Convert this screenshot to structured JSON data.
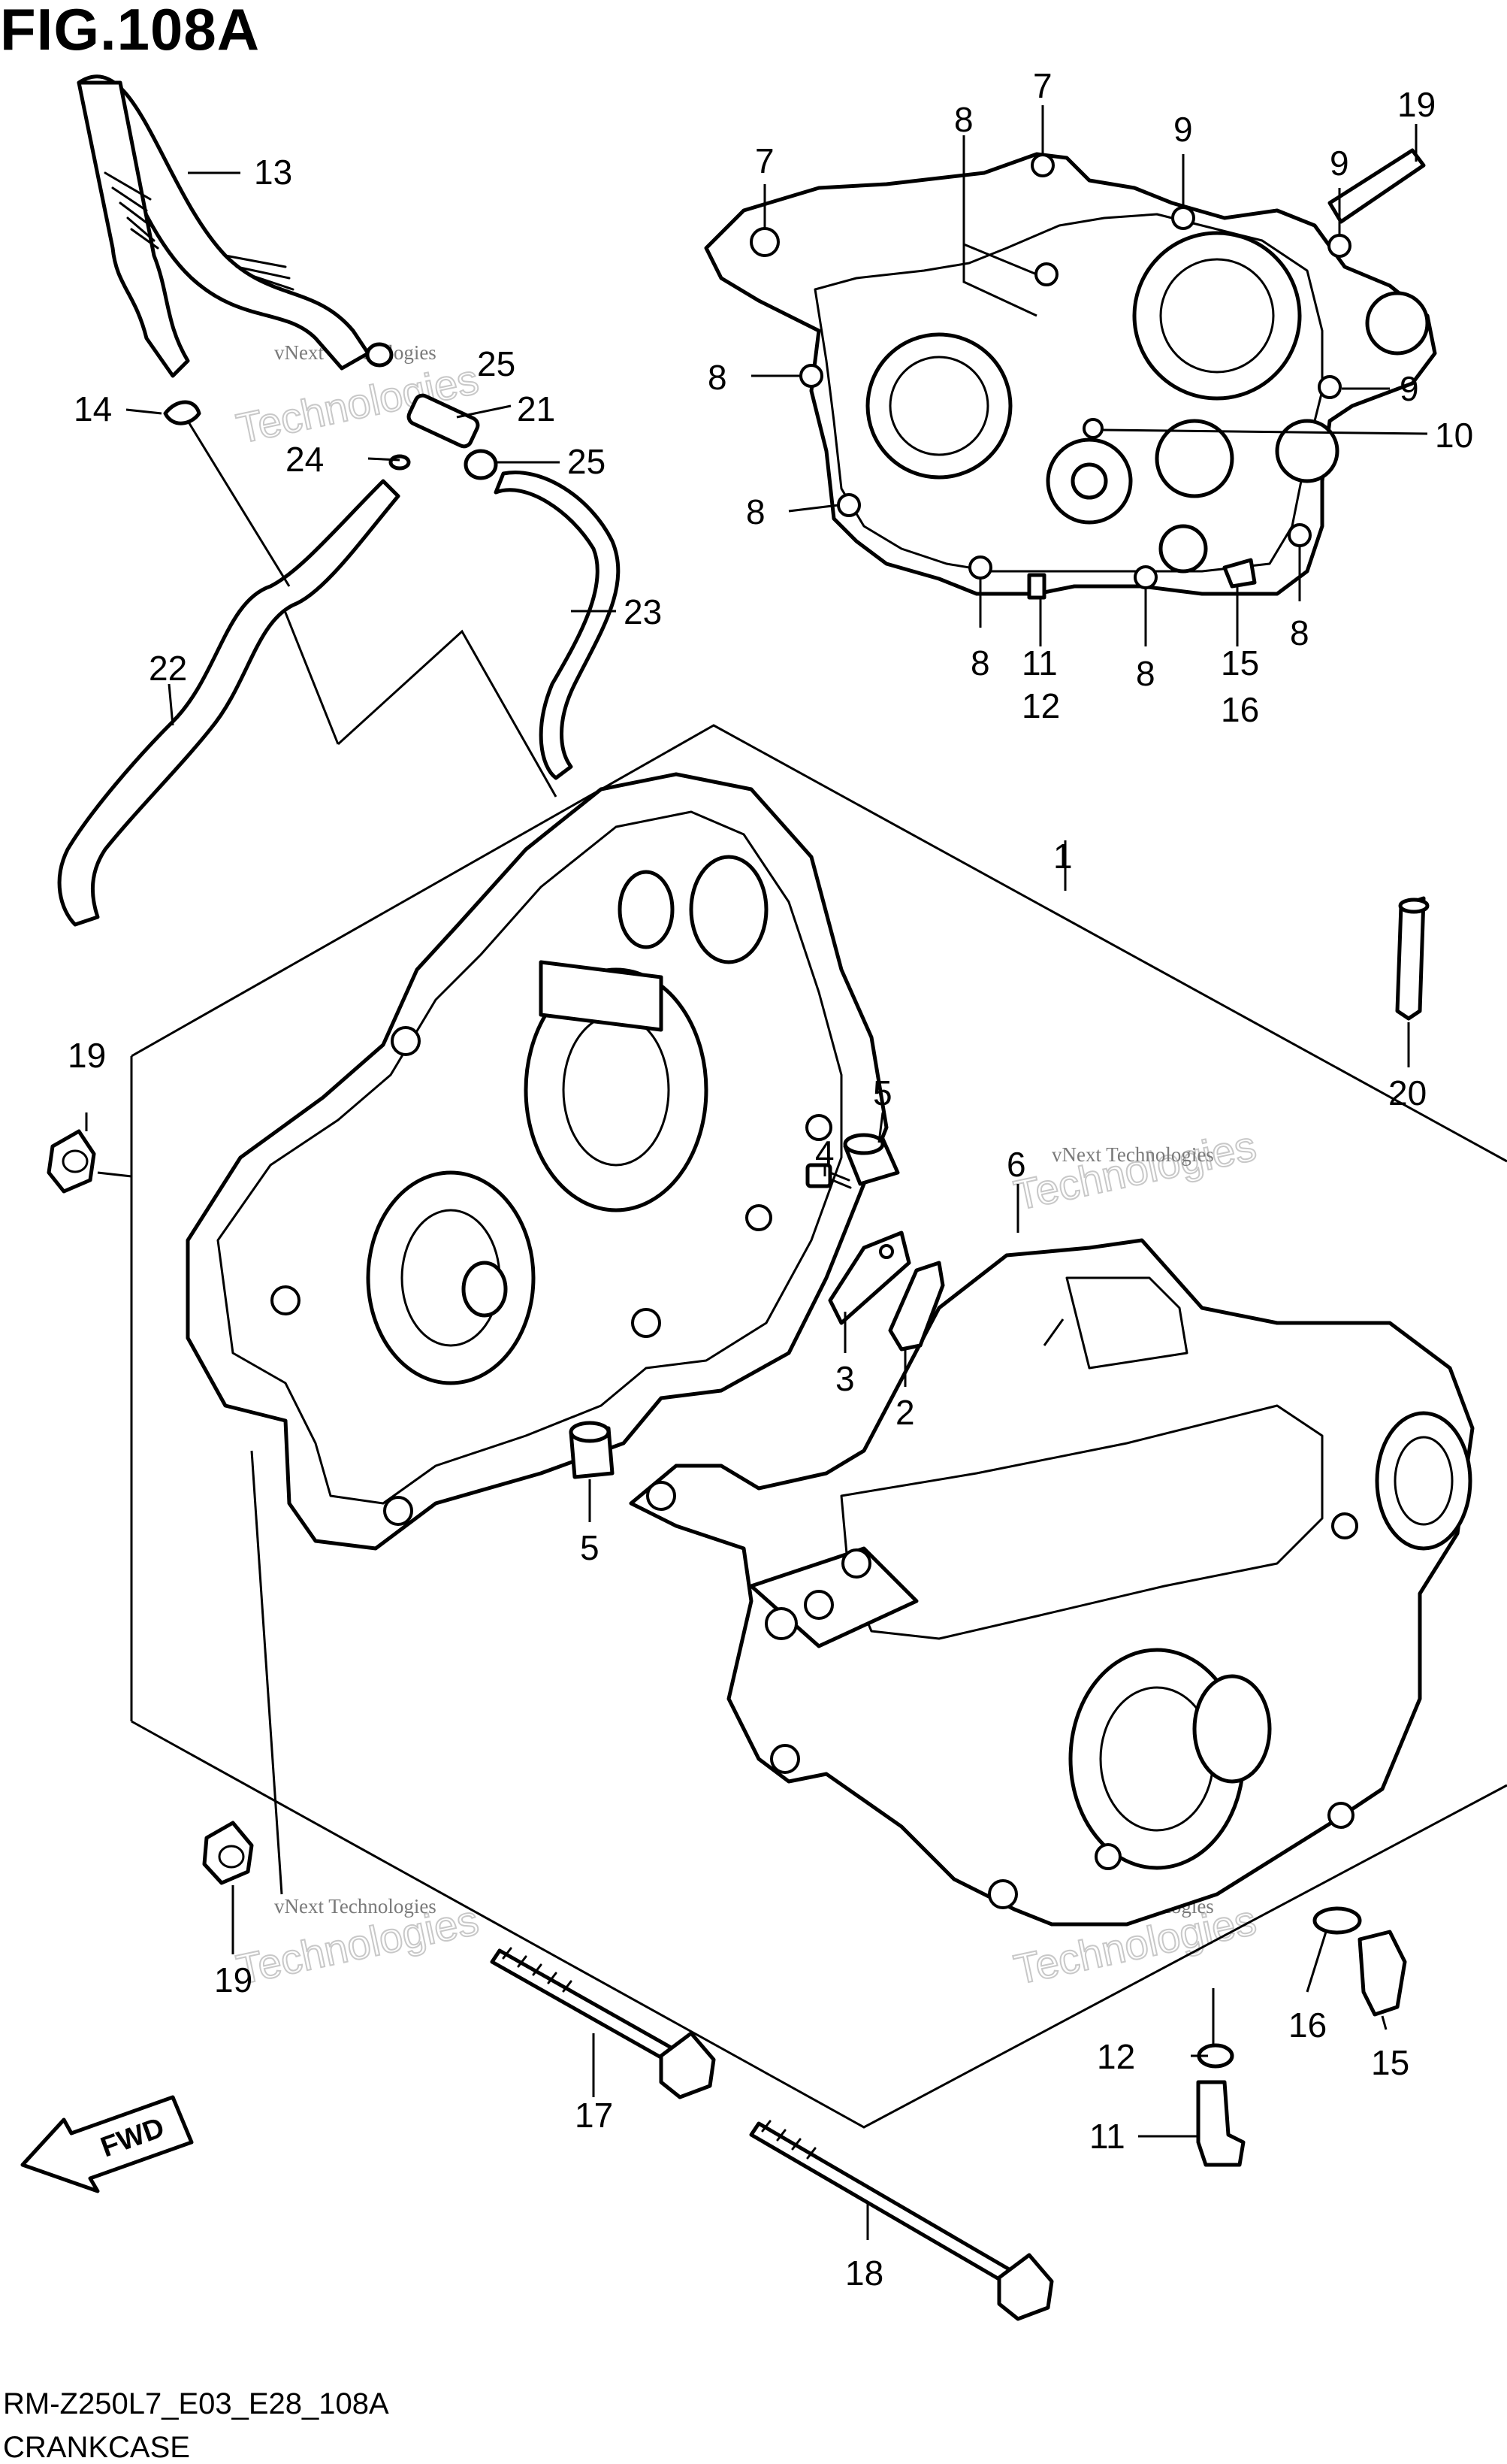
{
  "figure": {
    "title": "FIG.108A",
    "code": "RM-Z250L7_E03_E28_108A",
    "name": "CRANKCASE"
  },
  "watermark": {
    "company": "vNext Technologies",
    "word": "Technologies"
  },
  "callouts": [
    {
      "id": "c13",
      "text": "13"
    },
    {
      "id": "c14",
      "text": "14"
    },
    {
      "id": "c25a",
      "text": "25"
    },
    {
      "id": "c21",
      "text": "21"
    },
    {
      "id": "c24",
      "text": "24"
    },
    {
      "id": "c25b",
      "text": "25"
    },
    {
      "id": "c22",
      "text": "22"
    },
    {
      "id": "c23",
      "text": "23"
    },
    {
      "id": "c7a",
      "text": "7"
    },
    {
      "id": "c7b",
      "text": "7"
    },
    {
      "id": "c8a",
      "text": "8"
    },
    {
      "id": "c9a",
      "text": "9"
    },
    {
      "id": "c9b",
      "text": "9"
    },
    {
      "id": "c19a",
      "text": "19"
    },
    {
      "id": "c8b",
      "text": "8"
    },
    {
      "id": "c9c",
      "text": "9"
    },
    {
      "id": "c10",
      "text": "10"
    },
    {
      "id": "c8c",
      "text": "8"
    },
    {
      "id": "c8d",
      "text": "8"
    },
    {
      "id": "c11a",
      "text": "11"
    },
    {
      "id": "c12a",
      "text": "12"
    },
    {
      "id": "c8e",
      "text": "8"
    },
    {
      "id": "c15a",
      "text": "15"
    },
    {
      "id": "c16a",
      "text": "16"
    },
    {
      "id": "c8f",
      "text": "8"
    },
    {
      "id": "c1",
      "text": "1"
    },
    {
      "id": "c20",
      "text": "20"
    },
    {
      "id": "c19b",
      "text": "19"
    },
    {
      "id": "c5a",
      "text": "5"
    },
    {
      "id": "c4",
      "text": "4"
    },
    {
      "id": "c6",
      "text": "6"
    },
    {
      "id": "c3",
      "text": "3"
    },
    {
      "id": "c2",
      "text": "2"
    },
    {
      "id": "c5b",
      "text": "5"
    },
    {
      "id": "c19c",
      "text": "19"
    },
    {
      "id": "c16b",
      "text": "16"
    },
    {
      "id": "c15b",
      "text": "15"
    },
    {
      "id": "c17",
      "text": "17"
    },
    {
      "id": "c12b",
      "text": "12"
    },
    {
      "id": "c11b",
      "text": "11"
    },
    {
      "id": "c18",
      "text": "18"
    }
  ],
  "fwd_label": "FWD"
}
